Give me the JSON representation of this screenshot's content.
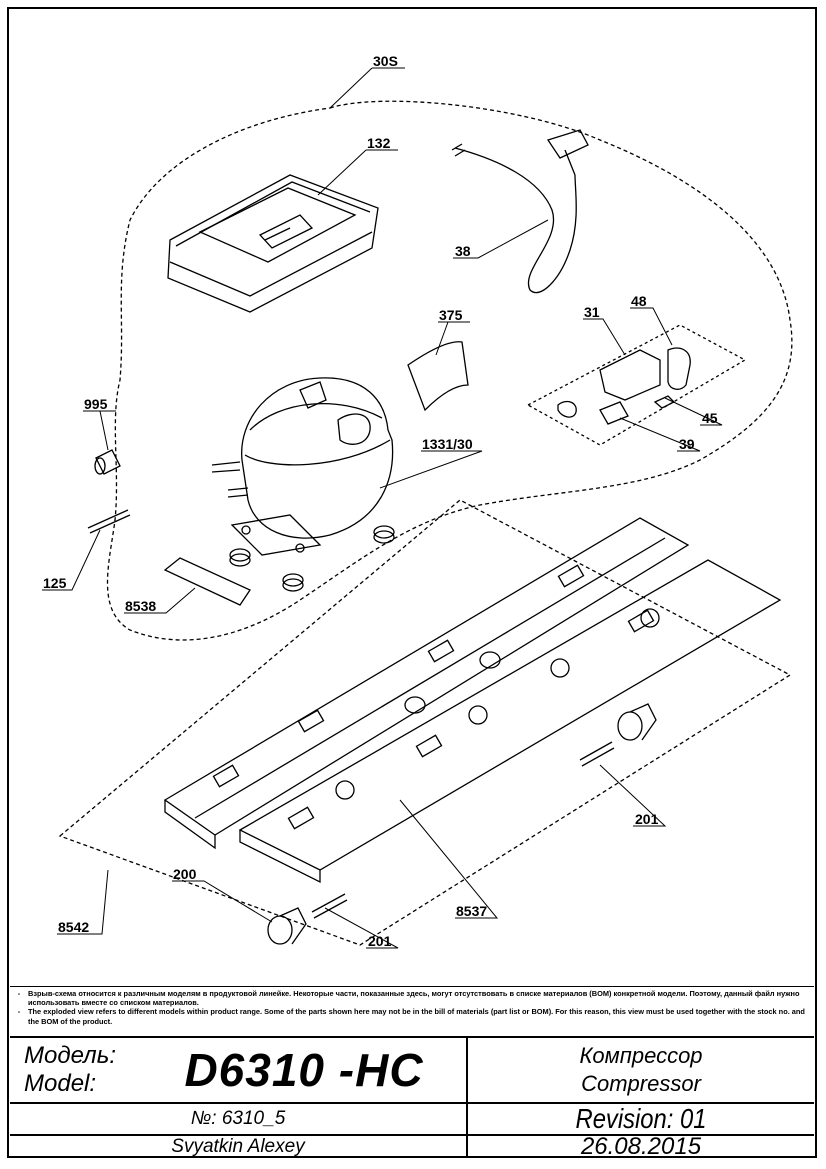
{
  "callouts": {
    "c30s": "30S",
    "c132": "132",
    "c38": "38",
    "c375": "375",
    "c48": "48",
    "c31": "31",
    "c45": "45",
    "c39": "39",
    "c995": "995",
    "c1331": "1331/30",
    "c125": "125",
    "c8538": "8538",
    "c201a": "201",
    "c200": "200",
    "c8537": "8537",
    "c8542": "8542",
    "c201b": "201"
  },
  "notes": {
    "ru": "Взрыв-схема относится к различным моделям в продуктовой линейке. Некоторые части, показанные здесь, могут отсутствовать в списке материалов (BOM) конкретной модели. Поэтому, данный файл нужно использовать вместе со списком материалов.",
    "en": "The exploded view refers to different models within product range. Some of the parts shown here may not be in the bill of materials (part list or BOM). For this reason, this view must be used together with the stock no. and the BOM of the product."
  },
  "titleblock": {
    "model_label_ru": "Модель:",
    "model_label_en": "Model:",
    "model_value": "D6310 -HC",
    "desc_ru": "Компрессор",
    "desc_en": "Compressor",
    "number": "№: 6310_5",
    "revision": "Revision: 01",
    "author": "Svyatkin Alexey",
    "date": "26.08.2015"
  }
}
